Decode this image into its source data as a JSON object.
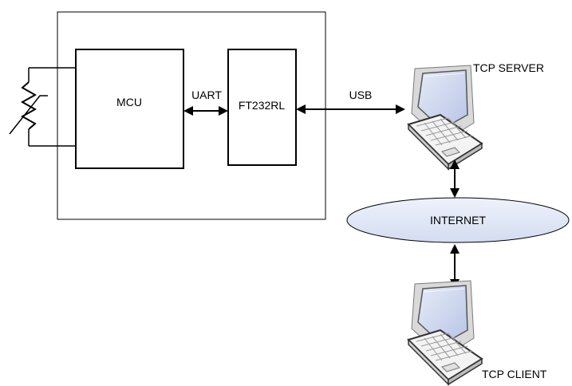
{
  "labels": {
    "mcu": "MCU",
    "ft232rl": "FT232RL",
    "uart": "UART",
    "usb": "USB",
    "internet": "INTERNET",
    "tcp_server": "TCP SERVER",
    "tcp_client": "TCP CLIENT"
  },
  "icons": {
    "thermistor": "variable-resistor-icon",
    "server_laptop": "laptop-icon",
    "client_laptop": "laptop-icon"
  },
  "colors": {
    "line": "#000000",
    "ellipse_fill": "#dbe3f4",
    "screen": "#c9d4ee",
    "laptop_body": "#f2f2f2"
  }
}
